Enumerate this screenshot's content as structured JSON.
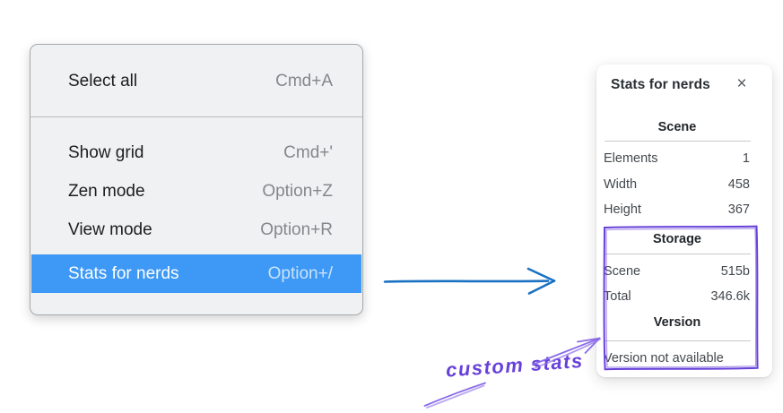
{
  "context_menu": {
    "items": [
      {
        "label": "Select all",
        "shortcut": "Cmd+A",
        "highlighted": false
      },
      {
        "label": "Show grid",
        "shortcut": "Cmd+'",
        "highlighted": false
      },
      {
        "label": "Zen mode",
        "shortcut": "Option+Z",
        "highlighted": false
      },
      {
        "label": "View mode",
        "shortcut": "Option+R",
        "highlighted": false
      },
      {
        "label": "Stats for nerds",
        "shortcut": "Option+/",
        "highlighted": true
      }
    ],
    "highlight_color": "#3d99f5"
  },
  "stats_panel": {
    "title": "Stats for nerds",
    "close_icon": "×",
    "scene_section": {
      "header": "Scene",
      "rows": [
        {
          "label": "Elements",
          "value": "1"
        },
        {
          "label": "Width",
          "value": "458"
        },
        {
          "label": "Height",
          "value": "367"
        }
      ]
    },
    "storage_section": {
      "header": "Storage",
      "rows": [
        {
          "label": "Scene",
          "value": "515b"
        },
        {
          "label": "Total",
          "value": "346.6k"
        }
      ]
    },
    "version_section": {
      "header": "Version",
      "note": "Version not available"
    }
  },
  "annotations": {
    "custom_stats_label": "custom stats",
    "annotation_color": "#6741d9",
    "arrow_light_color": "#8b6ce8",
    "pointer_arrow_color": "#1971c2"
  }
}
